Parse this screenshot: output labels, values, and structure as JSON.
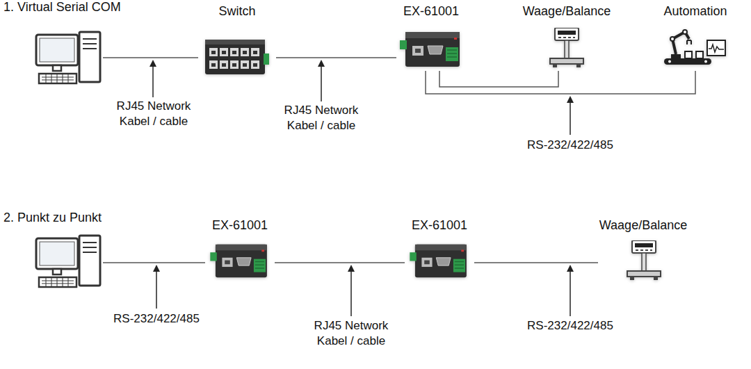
{
  "diagram": {
    "nodes": [
      {
        "text": [
          "Switch"
        ]
      },
      {
        "text": [
          "EX-61001"
        ]
      },
      {
        "text": [
          "Waage/Balance"
        ]
      },
      {
        "text": [
          "Automation"
        ]
      },
      {
        "text": [
          "EX-61001"
        ]
      },
      {
        "text": [
          "EX-61001"
        ]
      },
      {
        "text": [
          "Waage/Balance"
        ]
      }
    ],
    "edges": [
      {
        "from": 0,
        "to": 1,
        "arrow": "none",
        "label": "RJ45 Network Kabel / cable"
      },
      {
        "from": 1,
        "to": 2,
        "arrow": "none"
      },
      {
        "from": 1,
        "to": 3,
        "arrow": "none",
        "label": "RS-232/422/485"
      },
      {
        "from": 4,
        "to": 5,
        "arrow": "none",
        "label": "RJ45 Network Kabel / cable"
      },
      {
        "from": 5,
        "to": 6,
        "arrow": "none",
        "label": "RS-232/422/485"
      }
    ],
    "labels": [
      "1. Virtual Serial COM",
      "RJ45 Network Kabel / cable",
      "2. Punkt zu Punkt",
      "RS-232/422/485"
    ]
  }
}
